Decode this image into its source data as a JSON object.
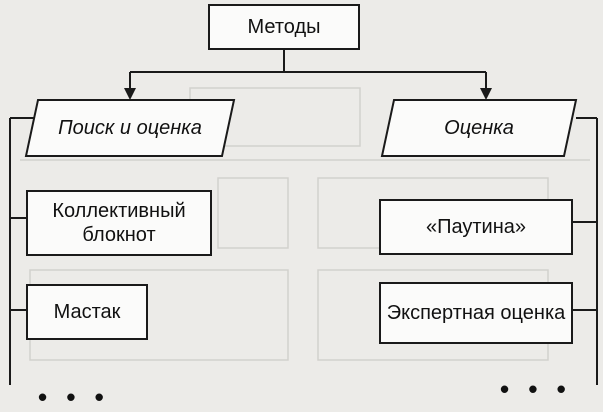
{
  "root": {
    "label": "Методы"
  },
  "left": {
    "title": "Поиск и оценка",
    "items": [
      "Коллективный блокнот",
      "Мастак"
    ],
    "more": "• • •"
  },
  "right": {
    "title": "Оценка",
    "items": [
      "«Паутина»",
      "Экспертная оценка"
    ],
    "more": "• • •"
  },
  "colors": {
    "line": "#1a1a1a",
    "box_fill": "#fbfbfa",
    "paper": "#ecebe8"
  }
}
